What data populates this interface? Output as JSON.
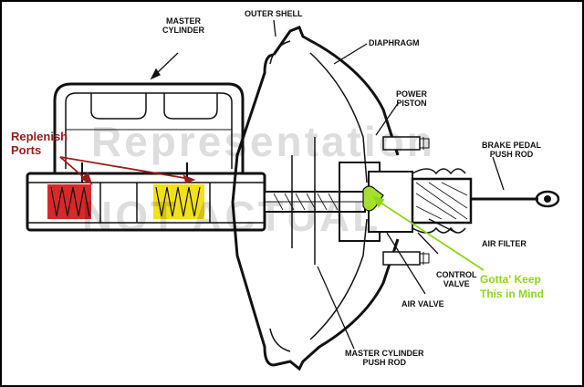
{
  "labels": {
    "master_cylinder": [
      "MASTER",
      "CYLINDER"
    ],
    "outer_shell": "OUTER SHELL",
    "diaphragm": "DIAPHRAGM",
    "power_piston": [
      "POWER",
      "PISTON"
    ],
    "brake_pedal_push_rod": [
      "BRAKE PEDAL",
      "PUSH ROD"
    ],
    "air_filter": "AIR FILTER",
    "control_valve": [
      "CONTROL",
      "VALVE"
    ],
    "air_valve": "AIR VALVE",
    "master_cylinder_push_rod": [
      "MASTER CYLINDER",
      "PUSH ROD"
    ]
  },
  "annotations": {
    "replenish_ports": [
      "Replenish",
      "Ports"
    ],
    "gotta_keep": [
      "Gotta' Keep",
      "This in Mind"
    ]
  },
  "watermark": [
    "Representation",
    "NOT ACTUAL"
  ],
  "colors": {
    "red_highlight": "#d8282a",
    "yellow_highlight": "#f2e01a",
    "green_highlight": "#a6e02a",
    "annotation_red": "#9b1b1b",
    "annotation_green": "#8fd61b",
    "line": "#111111"
  }
}
